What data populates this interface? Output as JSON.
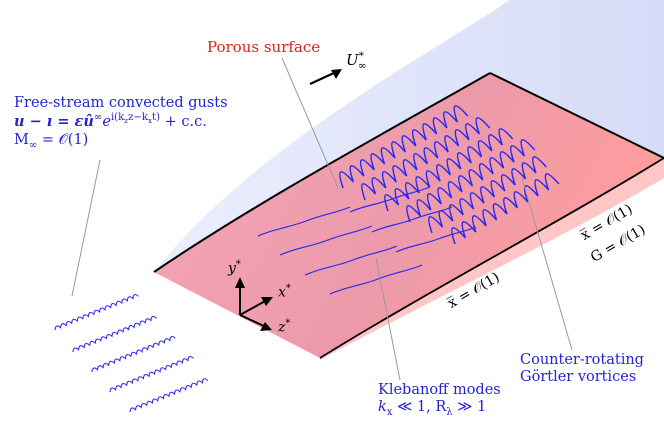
{
  "labels": {
    "porous_surface": "Porous surface",
    "freestream_title": "Free-stream convected gusts",
    "freestream_eq_lhs": "u − ı = ε",
    "freestream_eq_hat": "û",
    "freestream_eq_sup": "∞",
    "freestream_eq_exp": "e",
    "freestream_eq_exp_sup": "i(k",
    "freestream_eq_exp_sup_z": "z",
    "freestream_eq_exp_sup_mid": "z−k",
    "freestream_eq_exp_sup_x": "x",
    "freestream_eq_exp_sup_t": "t)",
    "freestream_eq_cc": "+ c.c.",
    "mach": "M",
    "mach_sub": "∞",
    "mach_eq": " = 𝒪(1)",
    "u_inf": "U",
    "u_inf_sup": "*",
    "u_inf_sub": "∞",
    "axis_y": "y",
    "axis_x": "x",
    "axis_z": "z",
    "axis_star": "*",
    "xbar_lower": "x̅ = 𝒪(1)",
    "xbar_upper": "x̅ = 𝒪(1)",
    "goertler_number": "G = 𝒪(1)",
    "klebanoff_title": "Klebanoff modes",
    "klebanoff_cond_k": "k",
    "klebanoff_cond_k_sub": "x",
    "klebanoff_cond_mid": " ≪ 1, R",
    "klebanoff_cond_r_sub": "λ",
    "klebanoff_cond_end": " ≫ 1",
    "goertler_title_1": "Counter-rotating",
    "goertler_title_2": "Görtler vortices"
  },
  "colors": {
    "plate_fill": "#f0a0b0",
    "plate_underside": "#ffcaca",
    "boundary_layer": "#d8dcf8",
    "wave_blue": "#2a2af0",
    "label_blue": "#2323d6",
    "label_red": "#e02020",
    "leader_gray": "#9a9a9a"
  }
}
